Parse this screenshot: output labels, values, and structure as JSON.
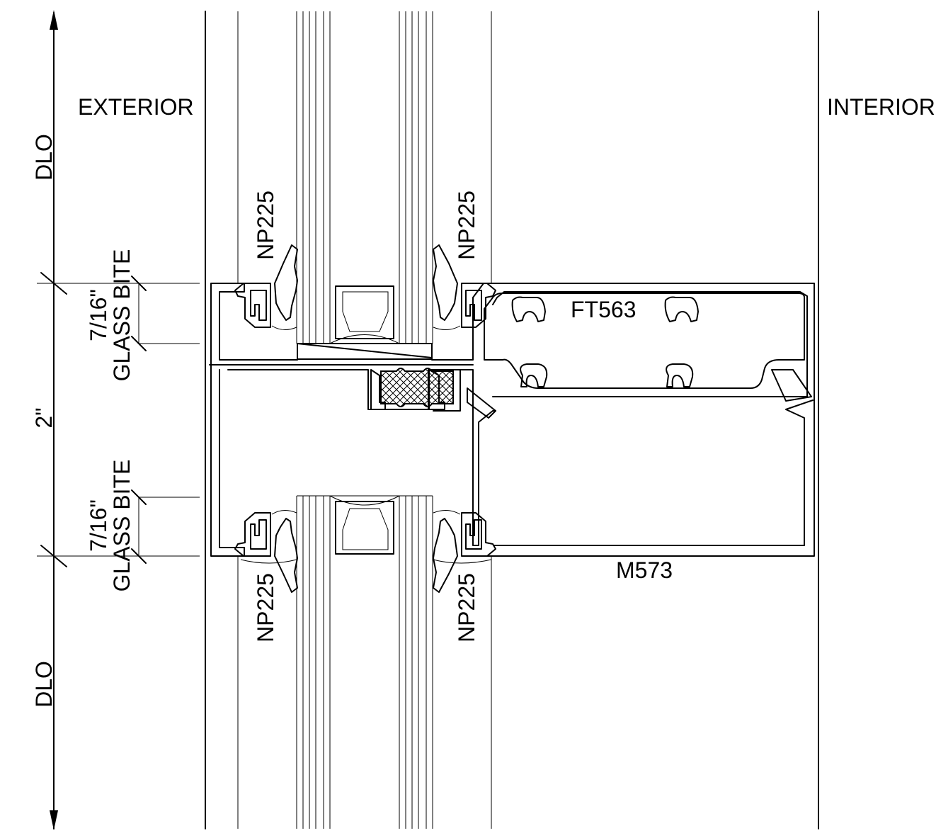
{
  "labels": {
    "exterior": "EXTERIOR",
    "interior": "INTERIOR",
    "dlo_top": "DLO",
    "dlo_bottom": "DLO",
    "mullion_depth": "2\"",
    "bite_top_dim": "7/16\"",
    "bite_top_text": "GLASS BITE",
    "bite_bottom_dim": "7/16\"",
    "bite_bottom_text": "GLASS BITE",
    "gasket_top_ext": "NP225",
    "gasket_top_int": "NP225",
    "gasket_bottom_ext": "NP225",
    "gasket_bottom_int": "NP225",
    "filler": "FT563",
    "mullion": "M573"
  }
}
